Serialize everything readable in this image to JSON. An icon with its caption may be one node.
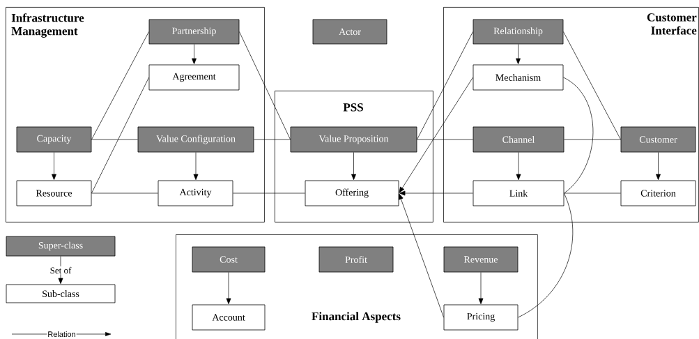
{
  "diagram": {
    "nodes": [
      {
        "text": [
          "Infrastructure Management"
        ]
      },
      {
        "text": [
          "Partnership"
        ],
        "in": 0
      },
      {
        "text": [
          "Agreement"
        ],
        "in": 0
      },
      {
        "text": [
          "Capacity"
        ],
        "in": 0
      },
      {
        "text": [
          "Value Configuration"
        ],
        "in": 0
      },
      {
        "text": [
          "Resource"
        ],
        "in": 0
      },
      {
        "text": [
          "Activity"
        ],
        "in": 0
      },
      {
        "text": [
          "Actor"
        ]
      },
      {
        "text": [
          "PSS"
        ]
      },
      {
        "text": [
          "Value Proposition"
        ],
        "in": 8
      },
      {
        "text": [
          "Offering"
        ],
        "in": 8
      },
      {
        "text": [
          "Customer Interface"
        ]
      },
      {
        "text": [
          "Relationship"
        ],
        "in": 11
      },
      {
        "text": [
          "Mechanism"
        ],
        "in": 11
      },
      {
        "text": [
          "Channel"
        ],
        "in": 11
      },
      {
        "text": [
          "Customer"
        ],
        "in": 11
      },
      {
        "text": [
          "Link"
        ],
        "in": 11
      },
      {
        "text": [
          "Criterion"
        ],
        "in": 11
      },
      {
        "text": [
          "Financial Aspects"
        ]
      },
      {
        "text": [
          "Cost"
        ],
        "in": 18
      },
      {
        "text": [
          "Profit"
        ],
        "in": 18
      },
      {
        "text": [
          "Revenue"
        ],
        "in": 18
      },
      {
        "text": [
          "Account"
        ],
        "in": 18
      },
      {
        "text": [
          "Pricing"
        ],
        "in": 18
      },
      {
        "text": [
          "Super-class"
        ]
      },
      {
        "text": [
          "Sub-class"
        ]
      }
    ],
    "edges": [
      {
        "from": 1,
        "to": 2,
        "arrow": "to"
      },
      {
        "from": 1,
        "to": 3,
        "arrow": "none"
      },
      {
        "from": 2,
        "to": 5,
        "arrow": "none"
      },
      {
        "from": 1,
        "to": 9,
        "arrow": "none"
      },
      {
        "from": 3,
        "to": 4,
        "arrow": "none"
      },
      {
        "from": 3,
        "to": 5,
        "arrow": "to"
      },
      {
        "from": 4,
        "to": 6,
        "arrow": "to"
      },
      {
        "from": 4,
        "to": 9,
        "arrow": "none"
      },
      {
        "from": 5,
        "to": 6,
        "arrow": "none"
      },
      {
        "from": 6,
        "to": 10,
        "arrow": "none"
      },
      {
        "from": 9,
        "to": 10,
        "arrow": "to"
      },
      {
        "from": 12,
        "to": 9,
        "arrow": "none"
      },
      {
        "from": 13,
        "to": 10,
        "arrow": "to"
      },
      {
        "from": 12,
        "to": 13,
        "arrow": "to"
      },
      {
        "from": 12,
        "to": 15,
        "arrow": "none"
      },
      {
        "from": 9,
        "to": 14,
        "arrow": "none"
      },
      {
        "from": 14,
        "to": 15,
        "arrow": "none"
      },
      {
        "from": 14,
        "to": 16,
        "arrow": "to"
      },
      {
        "from": 15,
        "to": 17,
        "arrow": "to"
      },
      {
        "from": 16,
        "to": 10,
        "arrow": "to"
      },
      {
        "from": 13,
        "to": 16,
        "arrow": "none"
      },
      {
        "from": 16,
        "to": 17,
        "arrow": "none"
      },
      {
        "from": 23,
        "to": 10,
        "arrow": "to"
      },
      {
        "from": 16,
        "to": 23,
        "arrow": "none"
      },
      {
        "from": 19,
        "to": 22,
        "arrow": "to"
      },
      {
        "from": 21,
        "to": 23,
        "arrow": "to"
      },
      {
        "from": 24,
        "to": 25,
        "arrow": "to",
        "label": "Set of"
      }
    ],
    "legend": [
      {
        "text": "Relation"
      }
    ]
  }
}
